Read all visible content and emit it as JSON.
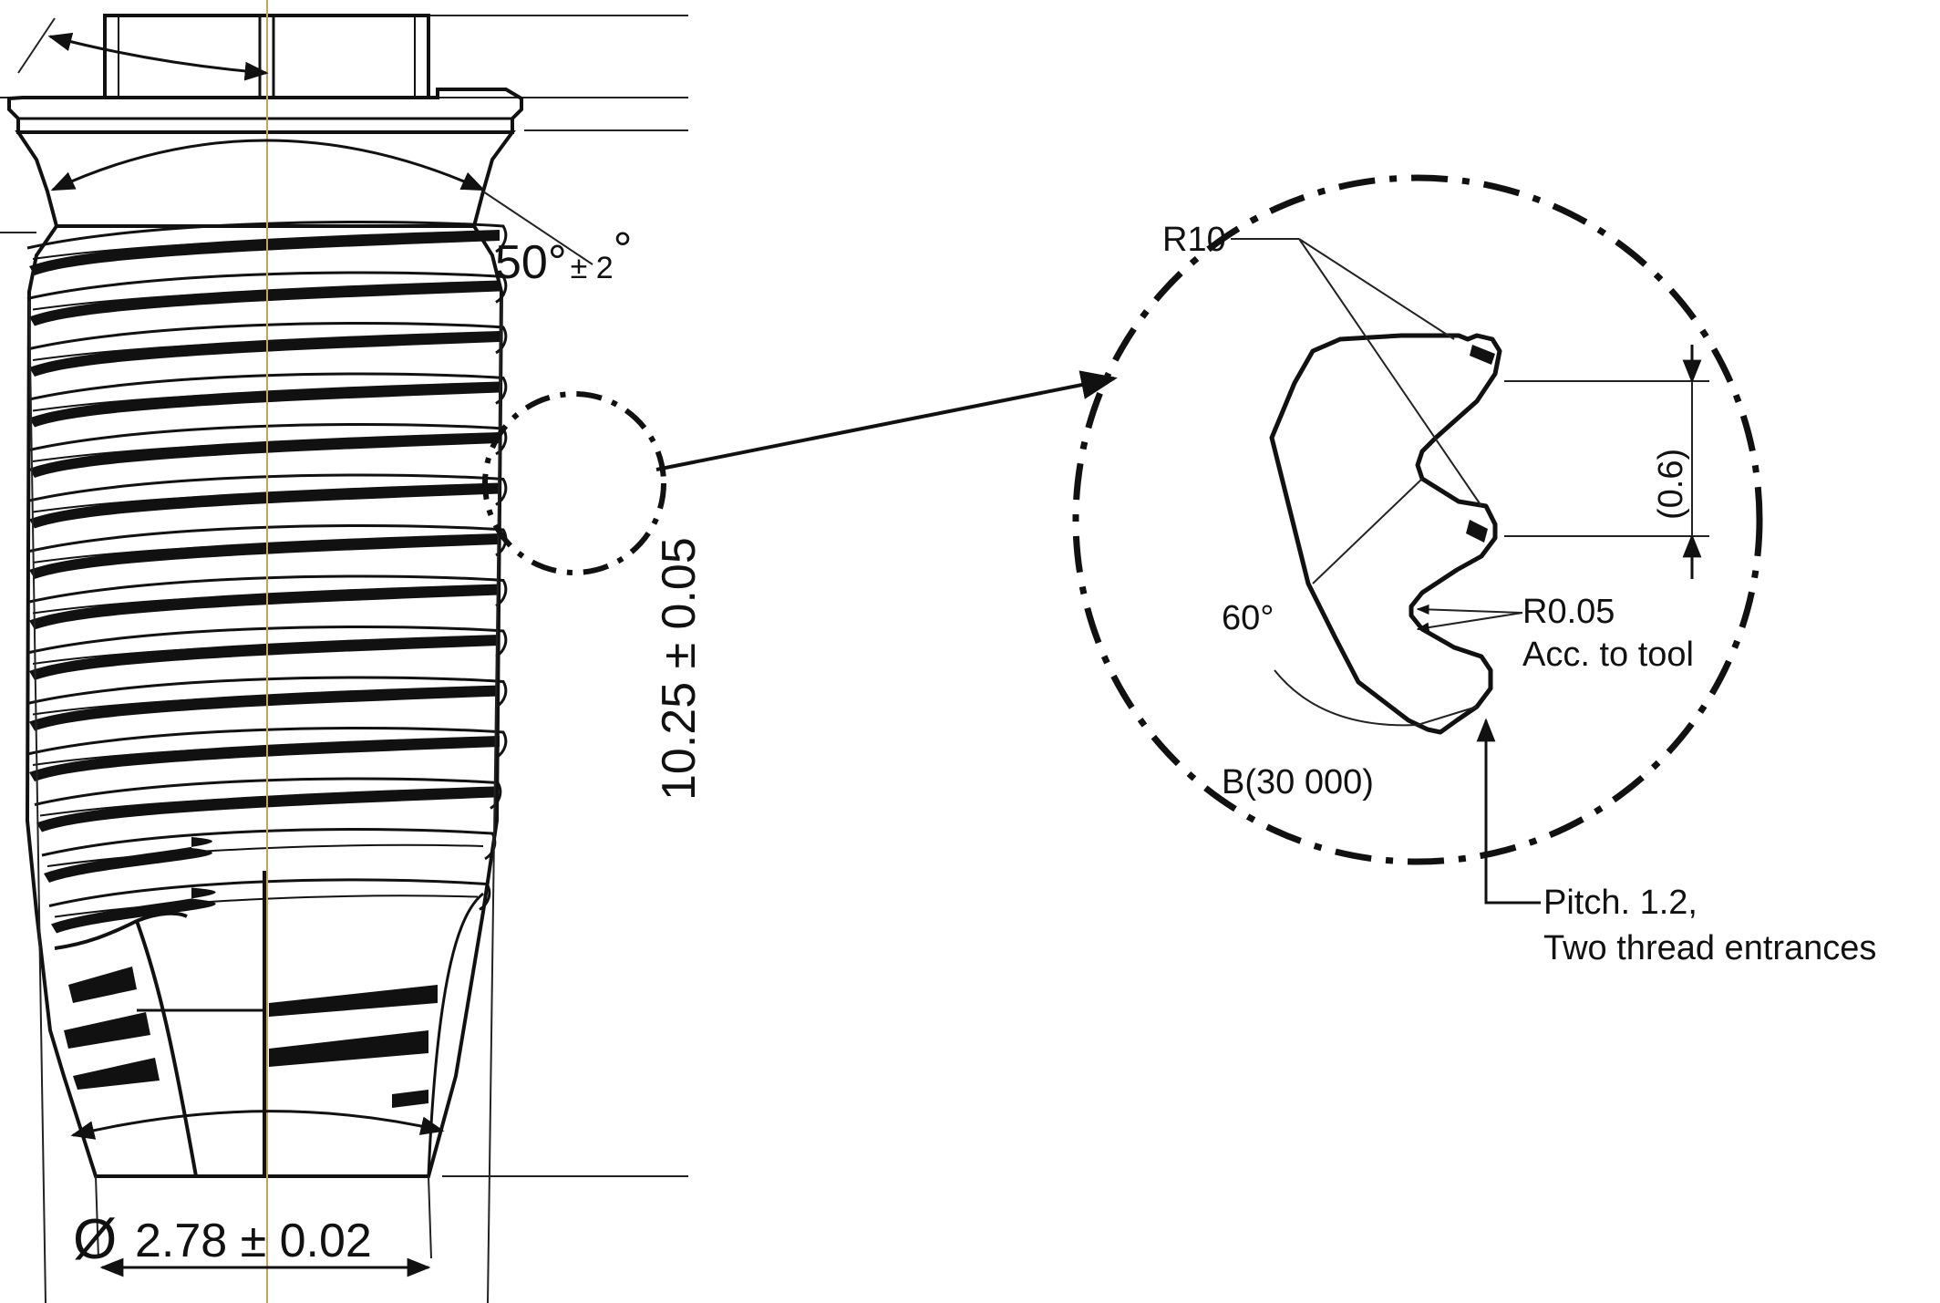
{
  "colors": {
    "ink": "#111111",
    "centerline": "#c8a060",
    "paper": "#ffffff"
  },
  "implant": {
    "collar_angle": "50°",
    "collar_angle_tol": "± 2",
    "collar_angle_deg_sign": "°",
    "length": "10.25 ± 0.05",
    "apex_diameter_symbol": "Ø",
    "apex_diameter": "2.78 ± 0.02",
    "thread_count": 14
  },
  "detail": {
    "radius_large": "R10",
    "flank_angle": "60°",
    "pitch_half": "(0.6)",
    "radius_small": "R0.05",
    "radius_small_note": "Acc. to tool",
    "detail_label": "B(30 000)",
    "pitch_line1": "Pitch. 1.2,",
    "pitch_line2": "Two thread entrances"
  }
}
